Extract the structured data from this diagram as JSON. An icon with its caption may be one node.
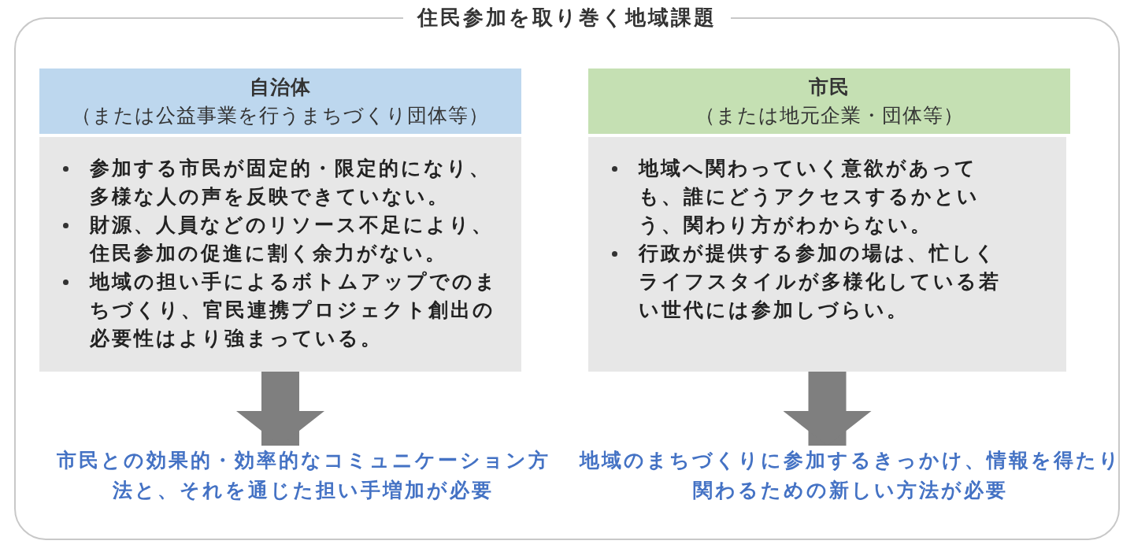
{
  "diagram": {
    "nodes": [
      {
        "text": [
          "住民参加を取り巻く地域課題"
        ]
      },
      {
        "text": [
          "自治体",
          "（または公益事業を行うまちづくり団体等）"
        ],
        "in": 0
      },
      {
        "text": [
          "参加する市民が固定的・限定的になり、多様な人の声を反映できていない。",
          "財源、人員などのリソース不足により、住民参加の促進に割く余力がない。",
          "地域の担い手によるボトムアップでのまちづくり、官民連携プロジェクト創出の必要性はより強まっている。"
        ],
        "in": 0
      },
      {
        "text": [
          "市民との効果的・効率的なコミュニケーション方法と、それを通じた担い手増加が必要"
        ],
        "in": 0
      },
      {
        "text": [
          "市民",
          "（または地元企業・団体等）"
        ],
        "in": 0
      },
      {
        "text": [
          "地域へ関わっていく意欲があっても、誰にどうアクセスするかという、関わり方がわからない。",
          "行政が提供する参加の場は、忙しくライフスタイルが多様化している若い世代には参加しづらい。"
        ],
        "in": 0
      },
      {
        "text": [
          "地域のまちづくりに参加するきっかけ、情報を得たり関わるための新しい方法が必要"
        ],
        "in": 0
      }
    ],
    "edges": [
      {
        "from": 2,
        "to": 3,
        "arrow": "to"
      },
      {
        "from": 5,
        "to": 6,
        "arrow": "to"
      }
    ]
  }
}
